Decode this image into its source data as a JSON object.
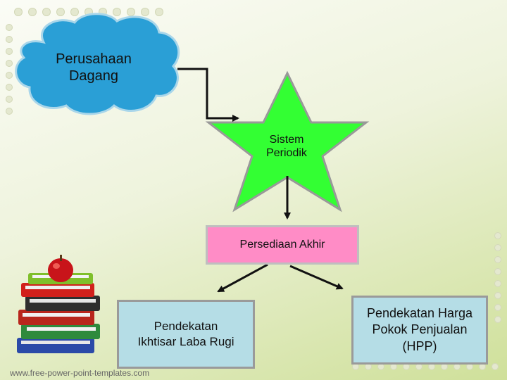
{
  "nodes": {
    "cloud": {
      "line1": "Perusahaan",
      "line2": "Dagang"
    },
    "star": {
      "line1": "Sistem",
      "line2": "Periodik"
    },
    "inventory": {
      "label": "Persediaan Akhir"
    },
    "left_box": {
      "line1": "Pendekatan",
      "line2": "Ikhtisar Laba Rugi"
    },
    "right_box": {
      "line1": "Pendekatan Harga",
      "line2": "Pokok Penjualan",
      "line3": "(HPP)"
    }
  },
  "footer": {
    "url": "www.free-power-point-templates.com"
  },
  "colors": {
    "cloud": "#2a9fd6",
    "star": "#33ff33",
    "inventory": "#ff8cc6",
    "boxes": "#b5dde6",
    "arrow": "#111111"
  },
  "icons": [
    "books-stack-icon",
    "apple-icon"
  ]
}
